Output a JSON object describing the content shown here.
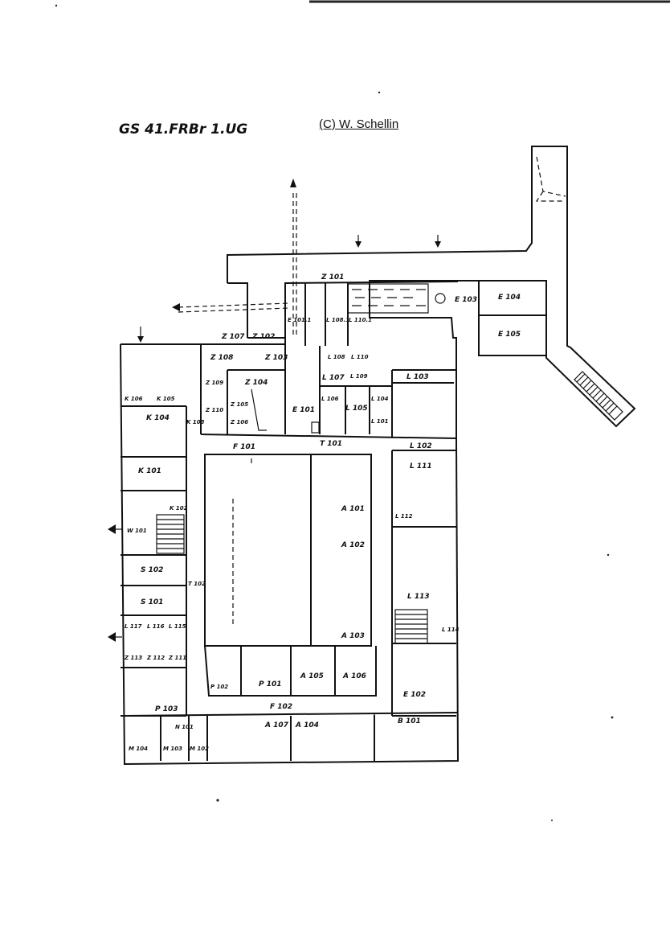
{
  "header": {
    "handwritten_title": "GS 41.FRBr 1.UG",
    "credit": "(C) W. Schellin"
  },
  "rooms": [
    "Z 101",
    "E 101.1",
    "L 108.1",
    "L 110.1",
    "E 103",
    "E 104",
    "E 105",
    "Z 107",
    "Z 102",
    "Z 103",
    "Z 108",
    "Z 104",
    "Z 109",
    "Z 110",
    "Z 105",
    "Z 106",
    "L 108",
    "L 110",
    "L 107",
    "L 109",
    "L 106",
    "L 105",
    "L 104",
    "L 101",
    "L 103",
    "E 101",
    "K 106",
    "K 105",
    "K 104",
    "K 103",
    "F 101",
    "T 101",
    "K 101",
    "K 102",
    "W 101",
    "S 102",
    "T 102",
    "S 101",
    "L 117",
    "L 116",
    "L 115",
    "Z 113",
    "Z 112",
    "Z 111",
    "L 102",
    "L 111",
    "L 112",
    "L 113",
    "L 114",
    "A 101",
    "A 102",
    "A 103",
    "A 105",
    "A 106",
    "P 102",
    "P 101",
    "E 102",
    "P 103",
    "F 102",
    "A 107",
    "A 104",
    "B 101",
    "M 104",
    "N 101",
    "M 103",
    "M 102"
  ]
}
